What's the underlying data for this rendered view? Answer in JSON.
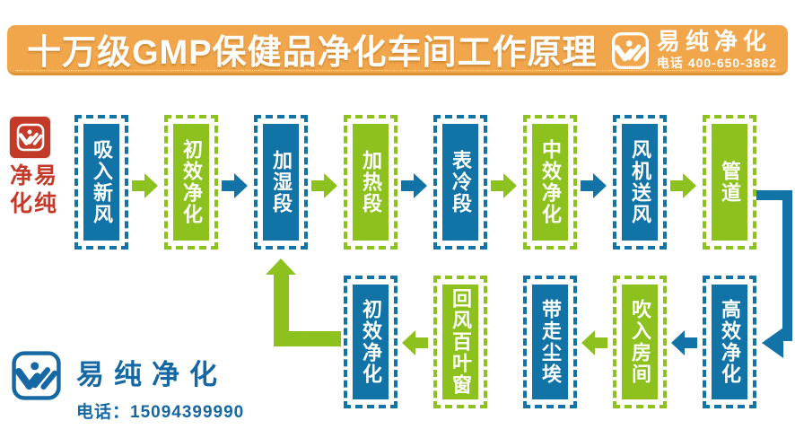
{
  "banner": {
    "title": "十万级GMP保健品净化车间工作原理",
    "brand": "易纯净化",
    "phone": "电话 400-650-3882"
  },
  "seal": {
    "chars": [
      "净",
      "易",
      "化",
      "纯"
    ]
  },
  "flow": {
    "row1": [
      {
        "label": "吸入新风",
        "color": "blue"
      },
      {
        "label": "初效净化",
        "color": "green"
      },
      {
        "label": "加湿段",
        "color": "blue"
      },
      {
        "label": "加热段",
        "color": "green"
      },
      {
        "label": "表冷段",
        "color": "blue"
      },
      {
        "label": "中效净化",
        "color": "green"
      },
      {
        "label": "风机送风",
        "color": "blue"
      },
      {
        "label": "管道",
        "color": "green"
      }
    ],
    "row1_arrow_colors": [
      "green",
      "blue",
      "green",
      "blue",
      "green",
      "blue",
      "green"
    ],
    "row2": [
      {
        "label": "初效净化",
        "color": "blue"
      },
      {
        "label": "回风百叶窗",
        "color": "green"
      },
      {
        "label": "带走尘埃",
        "color": "blue"
      },
      {
        "label": "吹入房间",
        "color": "green"
      },
      {
        "label": "高效净化",
        "color": "blue"
      }
    ],
    "row2_arrow_colors": [
      "green",
      "none",
      "green",
      "blue"
    ],
    "connectors": [
      {
        "name": "duct-to-hepa",
        "shape": "right-down-left",
        "color": "blue"
      },
      {
        "name": "primary-return-to-humidify",
        "shape": "left-up",
        "color": "green"
      }
    ]
  },
  "footer": {
    "brand": "易纯净化",
    "phone": "电话：15094399990"
  },
  "colors": {
    "banner_orange": "#F2A64B",
    "banner_edge": "#DF9434",
    "box_blue": "#1173A6",
    "box_green": "#8DC21E",
    "seal_red": "#C43A28",
    "logo_blue": "#1568A3",
    "text_white": "#FFFFFF"
  }
}
